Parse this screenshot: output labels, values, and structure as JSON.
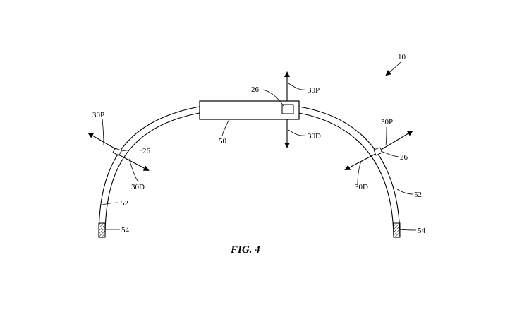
{
  "figure": {
    "caption": "FIG. 4",
    "labels": {
      "device": "10",
      "sensor_top": "26",
      "sensor_left": "26",
      "sensor_right": "26",
      "arrow_up": "30P",
      "arrow_down": "30D",
      "left_out": "30P",
      "left_in": "30D",
      "right_out": "30P",
      "right_in": "30D",
      "housing": "50",
      "band_left": "52",
      "band_right": "52",
      "end_left": "54",
      "end_right": "54"
    }
  }
}
